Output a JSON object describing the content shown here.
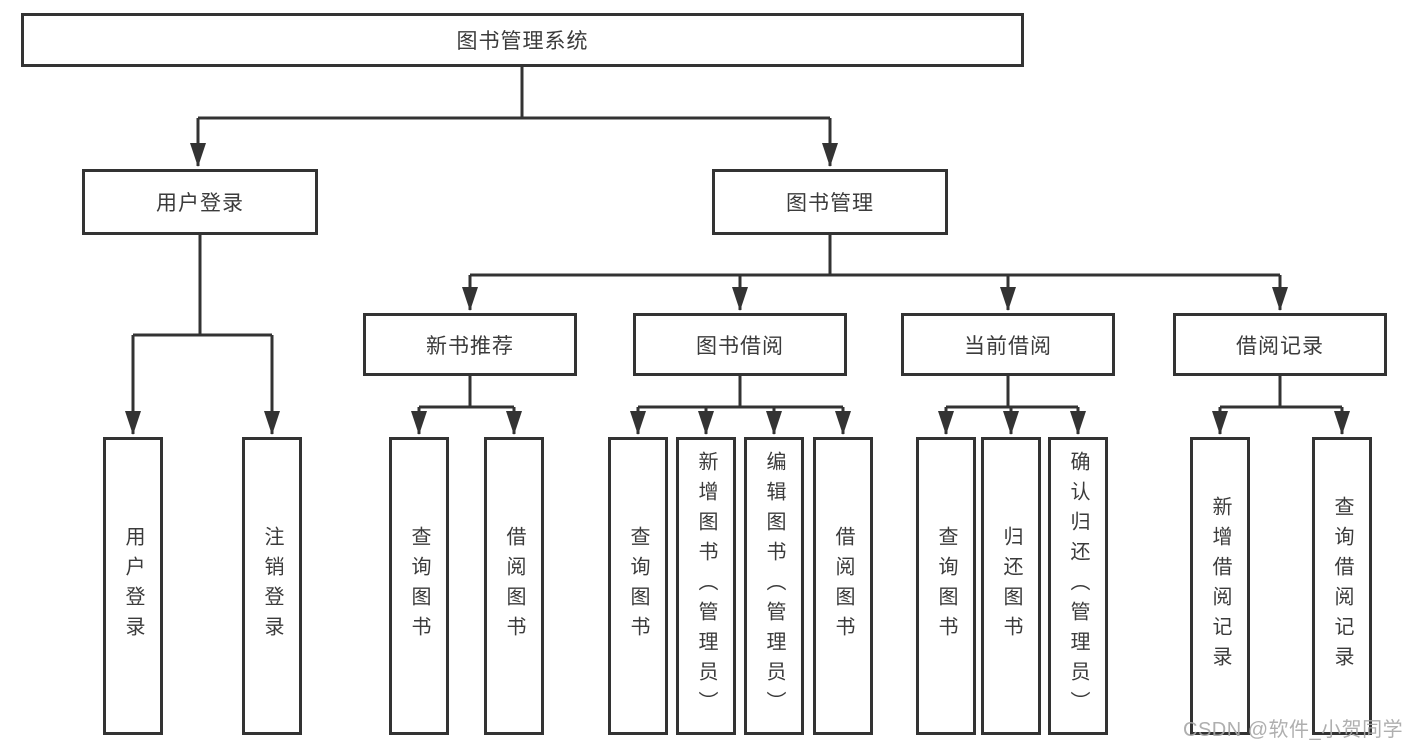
{
  "diagram": {
    "root": "图书管理系统",
    "level2": [
      "用户登录",
      "图书管理"
    ],
    "level3": [
      "新书推荐",
      "图书借阅",
      "当前借阅",
      "借阅记录"
    ],
    "leaves": [
      "用户登录",
      "注销登录",
      "查询图书",
      "借阅图书",
      "查询图书",
      "新增图书（管理员）",
      "编辑图书（管理员）",
      "借阅图书",
      "查询图书",
      "归还图书",
      "确认归还（管理员）",
      "新增借阅记录",
      "查询借阅记录"
    ]
  },
  "watermark": "CSDN @软件_小贺同学",
  "colors": {
    "line": "#333333",
    "box_border": "#333333",
    "text": "#3b3b3b",
    "background": "#ffffff",
    "watermark": "#a8a8a8"
  }
}
